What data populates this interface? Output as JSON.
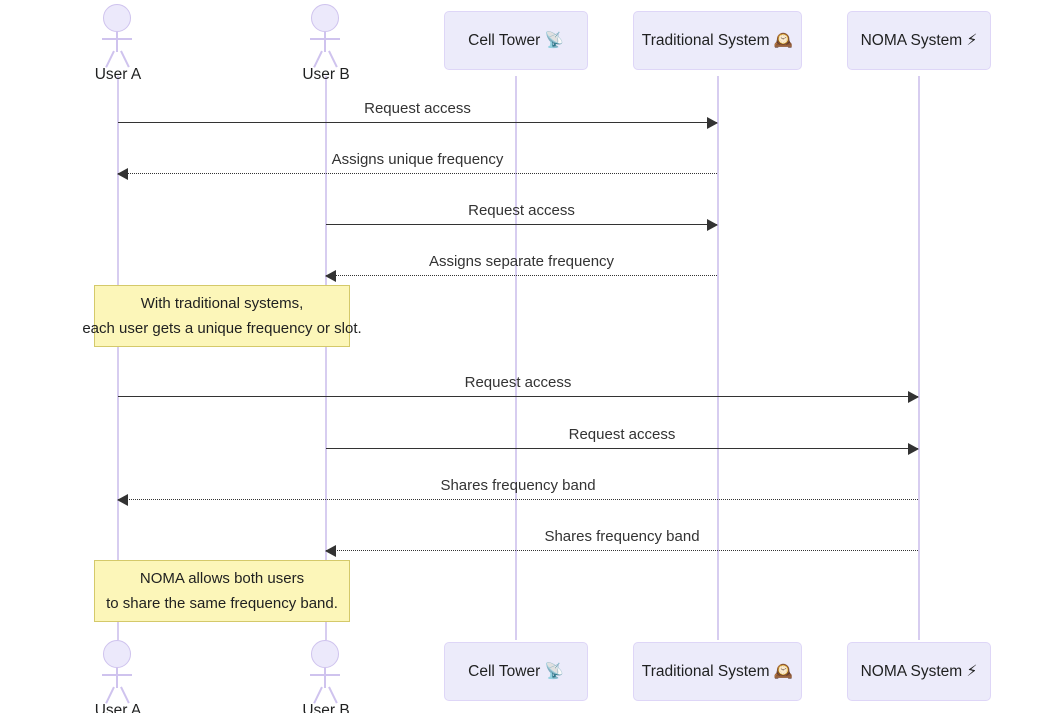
{
  "diagram": {
    "type": "sequence-diagram",
    "title": "NOMA vs Traditional System access sequence",
    "colors": {
      "participant_box_fill": "#ecebfa",
      "participant_box_border": "#ded6f7",
      "lifeline": "#d7cdf0",
      "actor_stroke": "#cfc3ee",
      "actor_fill": "#ece9fb",
      "message_line": "#333333",
      "note_fill": "#fcf6b9",
      "note_border": "#d4c96a",
      "text": "#1f2020",
      "background": "#ffffff"
    }
  },
  "participants": [
    {
      "id": "user_a",
      "label": "User A",
      "kind": "actor"
    },
    {
      "id": "user_b",
      "label": "User B",
      "kind": "actor"
    },
    {
      "id": "cell_tower",
      "label": "Cell Tower 📡",
      "kind": "box",
      "icon": "satellite-antenna-icon"
    },
    {
      "id": "traditional",
      "label": "Traditional System 🕰️",
      "kind": "box",
      "icon": "mantelpiece-clock-icon"
    },
    {
      "id": "noma",
      "label": "NOMA System ⚡",
      "kind": "box",
      "icon": "high-voltage-icon"
    }
  ],
  "messages": [
    {
      "index": 0,
      "label": "Request access",
      "from": "user_a",
      "to": "traditional",
      "style": "solid",
      "direction": "right"
    },
    {
      "index": 1,
      "label": "Assigns unique frequency",
      "from": "traditional",
      "to": "user_a",
      "style": "dotted",
      "direction": "left"
    },
    {
      "index": 2,
      "label": "Request access",
      "from": "user_b",
      "to": "traditional",
      "style": "solid",
      "direction": "right"
    },
    {
      "index": 3,
      "label": "Assigns separate frequency",
      "from": "traditional",
      "to": "user_b",
      "style": "dotted",
      "direction": "left"
    },
    {
      "index": 4,
      "label": "Request access",
      "from": "user_a",
      "to": "noma",
      "style": "solid",
      "direction": "right"
    },
    {
      "index": 5,
      "label": "Request access",
      "from": "user_b",
      "to": "noma",
      "style": "solid",
      "direction": "right"
    },
    {
      "index": 6,
      "label": "Shares frequency band",
      "from": "noma",
      "to": "user_a",
      "style": "dotted",
      "direction": "left"
    },
    {
      "index": 7,
      "label": "Shares frequency band",
      "from": "noma",
      "to": "user_b",
      "style": "dotted",
      "direction": "left"
    }
  ],
  "notes": [
    {
      "index": 0,
      "line1": "With traditional systems,",
      "line2": "each user gets a unique frequency or slot."
    },
    {
      "index": 1,
      "line1": "NOMA allows both users",
      "line2": "to share the same frequency band."
    }
  ]
}
